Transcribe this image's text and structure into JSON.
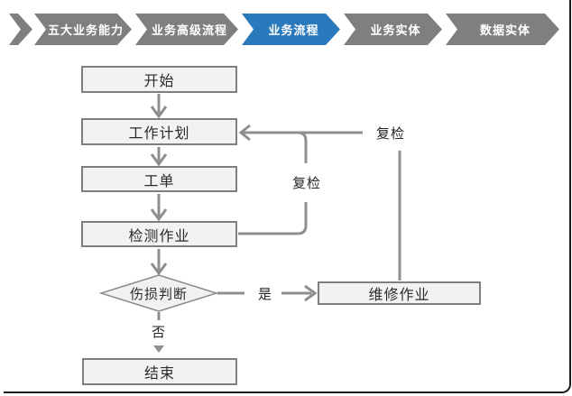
{
  "nav": {
    "items": [
      {
        "label": "五大业务能力",
        "active": false
      },
      {
        "label": "业务高级流程",
        "active": false
      },
      {
        "label": "业务流程",
        "active": true
      },
      {
        "label": "业务实体",
        "active": false
      },
      {
        "label": "数据实体",
        "active": false
      }
    ],
    "colors": {
      "inactive": "#7f7f7f",
      "active": "#2a79bc",
      "text": "#ffffff"
    }
  },
  "flowchart": {
    "nodes": {
      "start": "开始",
      "plan": "工作计划",
      "order": "工单",
      "inspect": "检测作业",
      "decision": "伤损判断",
      "repair": "维修作业",
      "end": "结束"
    },
    "edge_labels": {
      "recheck_inner": "复检",
      "recheck_outer": "复检",
      "yes": "是",
      "no": "否"
    },
    "colors": {
      "node_fill": "#f2f2f2",
      "node_border": "#7f7f7f",
      "connector": "#8f8f8f",
      "text": "#2b2b2b"
    }
  }
}
